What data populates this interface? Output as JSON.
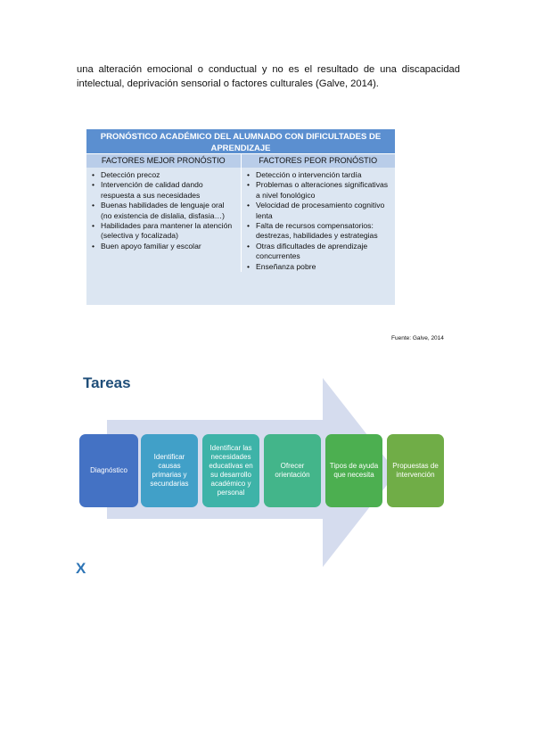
{
  "paragraph": {
    "line1": "una alteración emocional o conductual y no es el resultado de una discapacidad",
    "line2": "intelectual, deprivación sensorial o factores culturales (Galve, 2014)."
  },
  "table": {
    "title": "PRONÓSTICO ACADÉMICO DEL ALUMNADO CON DIFICULTADES DE APRENDIZAJE",
    "col_left_header": "FACTORES MEJOR PRONÓSTIO",
    "col_right_header": "FACTORES PEOR PRONÓSTIO",
    "left_items": [
      "Detección precoz",
      "Intervención de calidad dando respuesta a sus necesidades",
      "Buenas habilidades de lenguaje oral (no existencia de dislalia, disfasia…)",
      "Habilidades para mantener la atención (selectiva y focalizada)",
      "Buen apoyo familiar y escolar"
    ],
    "right_items": [
      "Detección o intervención tardía",
      "Problemas o alteraciones significativas a nivel fonológico",
      "Velocidad de procesamiento cognitivo lenta",
      "Falta de recursos compensatorios: destrezas, habilidades y estrategias",
      "Otras dificultades de aprendizaje concurrentes",
      "Enseñanza pobre"
    ]
  },
  "source": "Fuente: Galve, 2014",
  "diagram": {
    "title": "Tareas",
    "steps": [
      {
        "label": "Diagnóstico",
        "color": "#4472c4"
      },
      {
        "label": "Identificar causas primarias y secundarias",
        "color": "#41a0c8"
      },
      {
        "label": "Identificar las necesidades educativas en su desarrollo académico y personal",
        "color": "#3eb3a8"
      },
      {
        "label": "Ofrecer orientación",
        "color": "#43b58a"
      },
      {
        "label": "Tipos de ayuda que necesita",
        "color": "#4caf50"
      },
      {
        "label": "Propuestas de intervención",
        "color": "#70ad47"
      }
    ],
    "arrow_color": "#d5dcee"
  },
  "logo": "X"
}
